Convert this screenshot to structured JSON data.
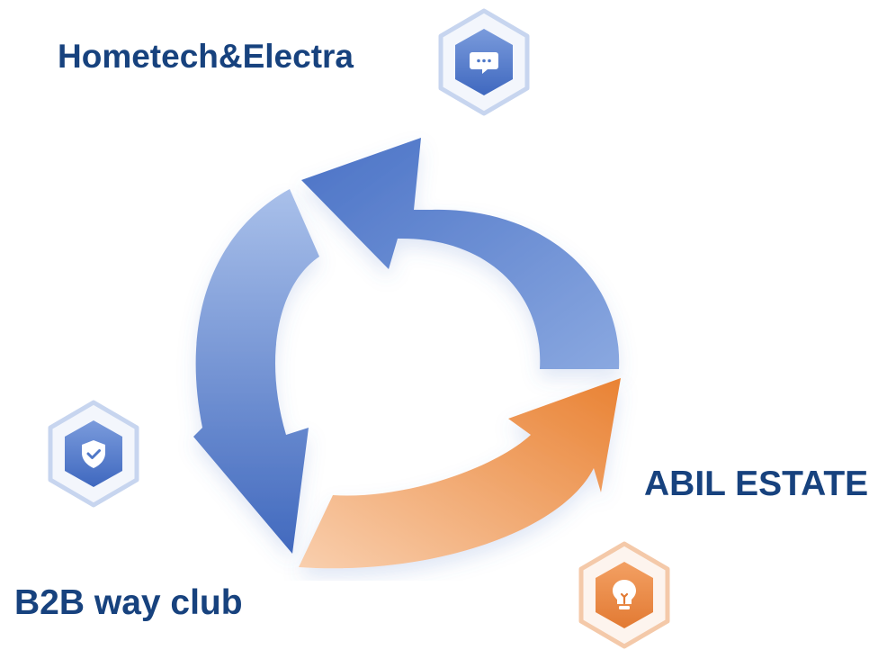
{
  "nodes": [
    {
      "id": "top",
      "label": "Hometech&Electra",
      "icon": "chat-bubble-icon",
      "color": "#4f78c8"
    },
    {
      "id": "right",
      "label": "ABIL ESTATE",
      "icon": "lightbulb-icon",
      "color": "#ea8846"
    },
    {
      "id": "bottom-left",
      "label": "B2B way club",
      "icon": "shield-check-icon",
      "color": "#4f78c8"
    }
  ],
  "colors": {
    "label_text": "#17427e",
    "arrow_blue": "#4f78c8",
    "arrow_blue_light": "#9cb7e6",
    "arrow_orange": "#ec8842",
    "arrow_orange_light": "#f6c59f"
  }
}
